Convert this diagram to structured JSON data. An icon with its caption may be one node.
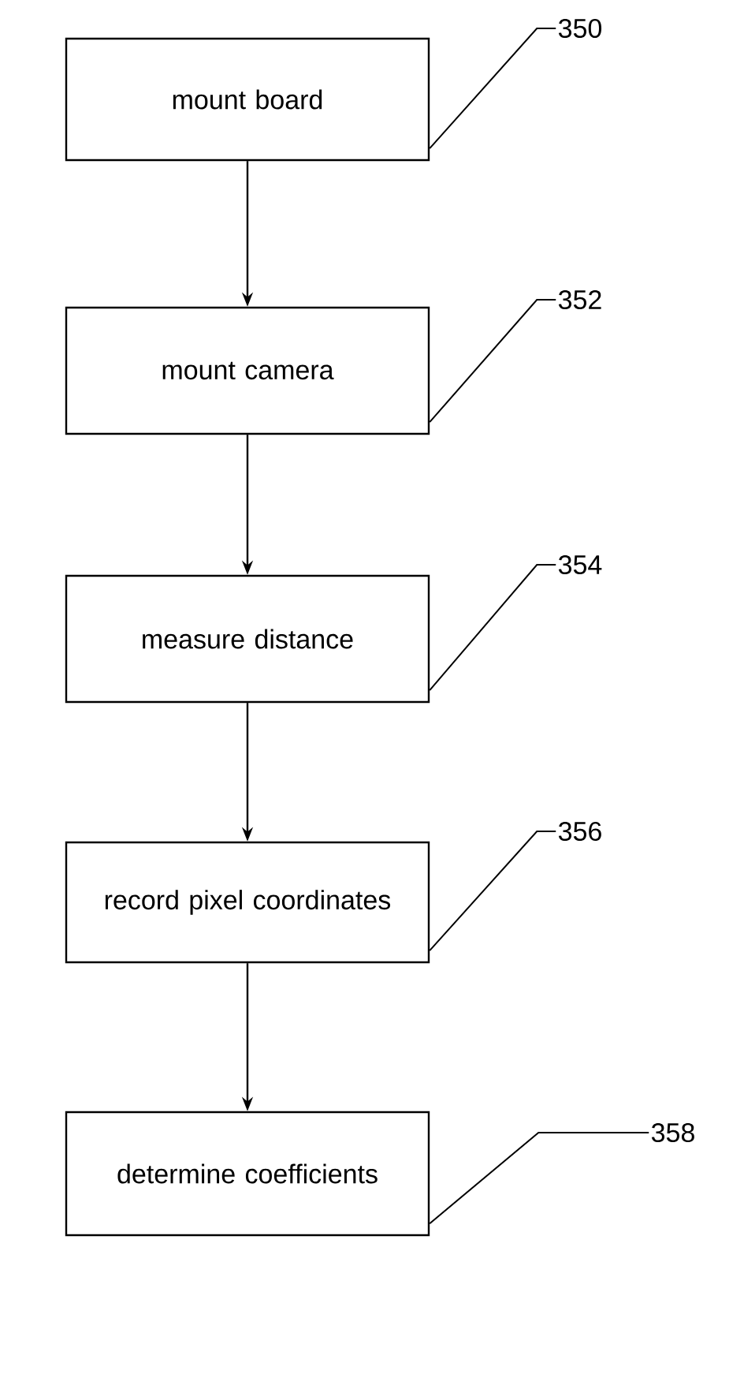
{
  "diagram": {
    "nodes": [
      {
        "text": [
          "mount board"
        ]
      },
      {
        "text": [
          "mount camera"
        ]
      },
      {
        "text": [
          "measure distance"
        ]
      },
      {
        "text": [
          "record pixel coordinates"
        ]
      },
      {
        "text": [
          "determine coefficients"
        ]
      },
      {
        "text": [
          "350"
        ]
      },
      {
        "text": [
          "352"
        ]
      },
      {
        "text": [
          "354"
        ]
      },
      {
        "text": [
          "356"
        ]
      },
      {
        "text": [
          "358"
        ]
      }
    ],
    "edges": [
      {
        "from": 0,
        "to": 1,
        "arrow": "to"
      },
      {
        "from": 1,
        "to": 2,
        "arrow": "to"
      },
      {
        "from": 2,
        "to": 3,
        "arrow": "to"
      },
      {
        "from": 3,
        "to": 4,
        "arrow": "to"
      },
      {
        "from": 5,
        "to": 0,
        "arrow": "none"
      },
      {
        "from": 6,
        "to": 1,
        "arrow": "none"
      },
      {
        "from": 7,
        "to": 2,
        "arrow": "none"
      },
      {
        "from": 8,
        "to": 3,
        "arrow": "none"
      },
      {
        "from": 9,
        "to": 4,
        "arrow": "none"
      }
    ]
  }
}
